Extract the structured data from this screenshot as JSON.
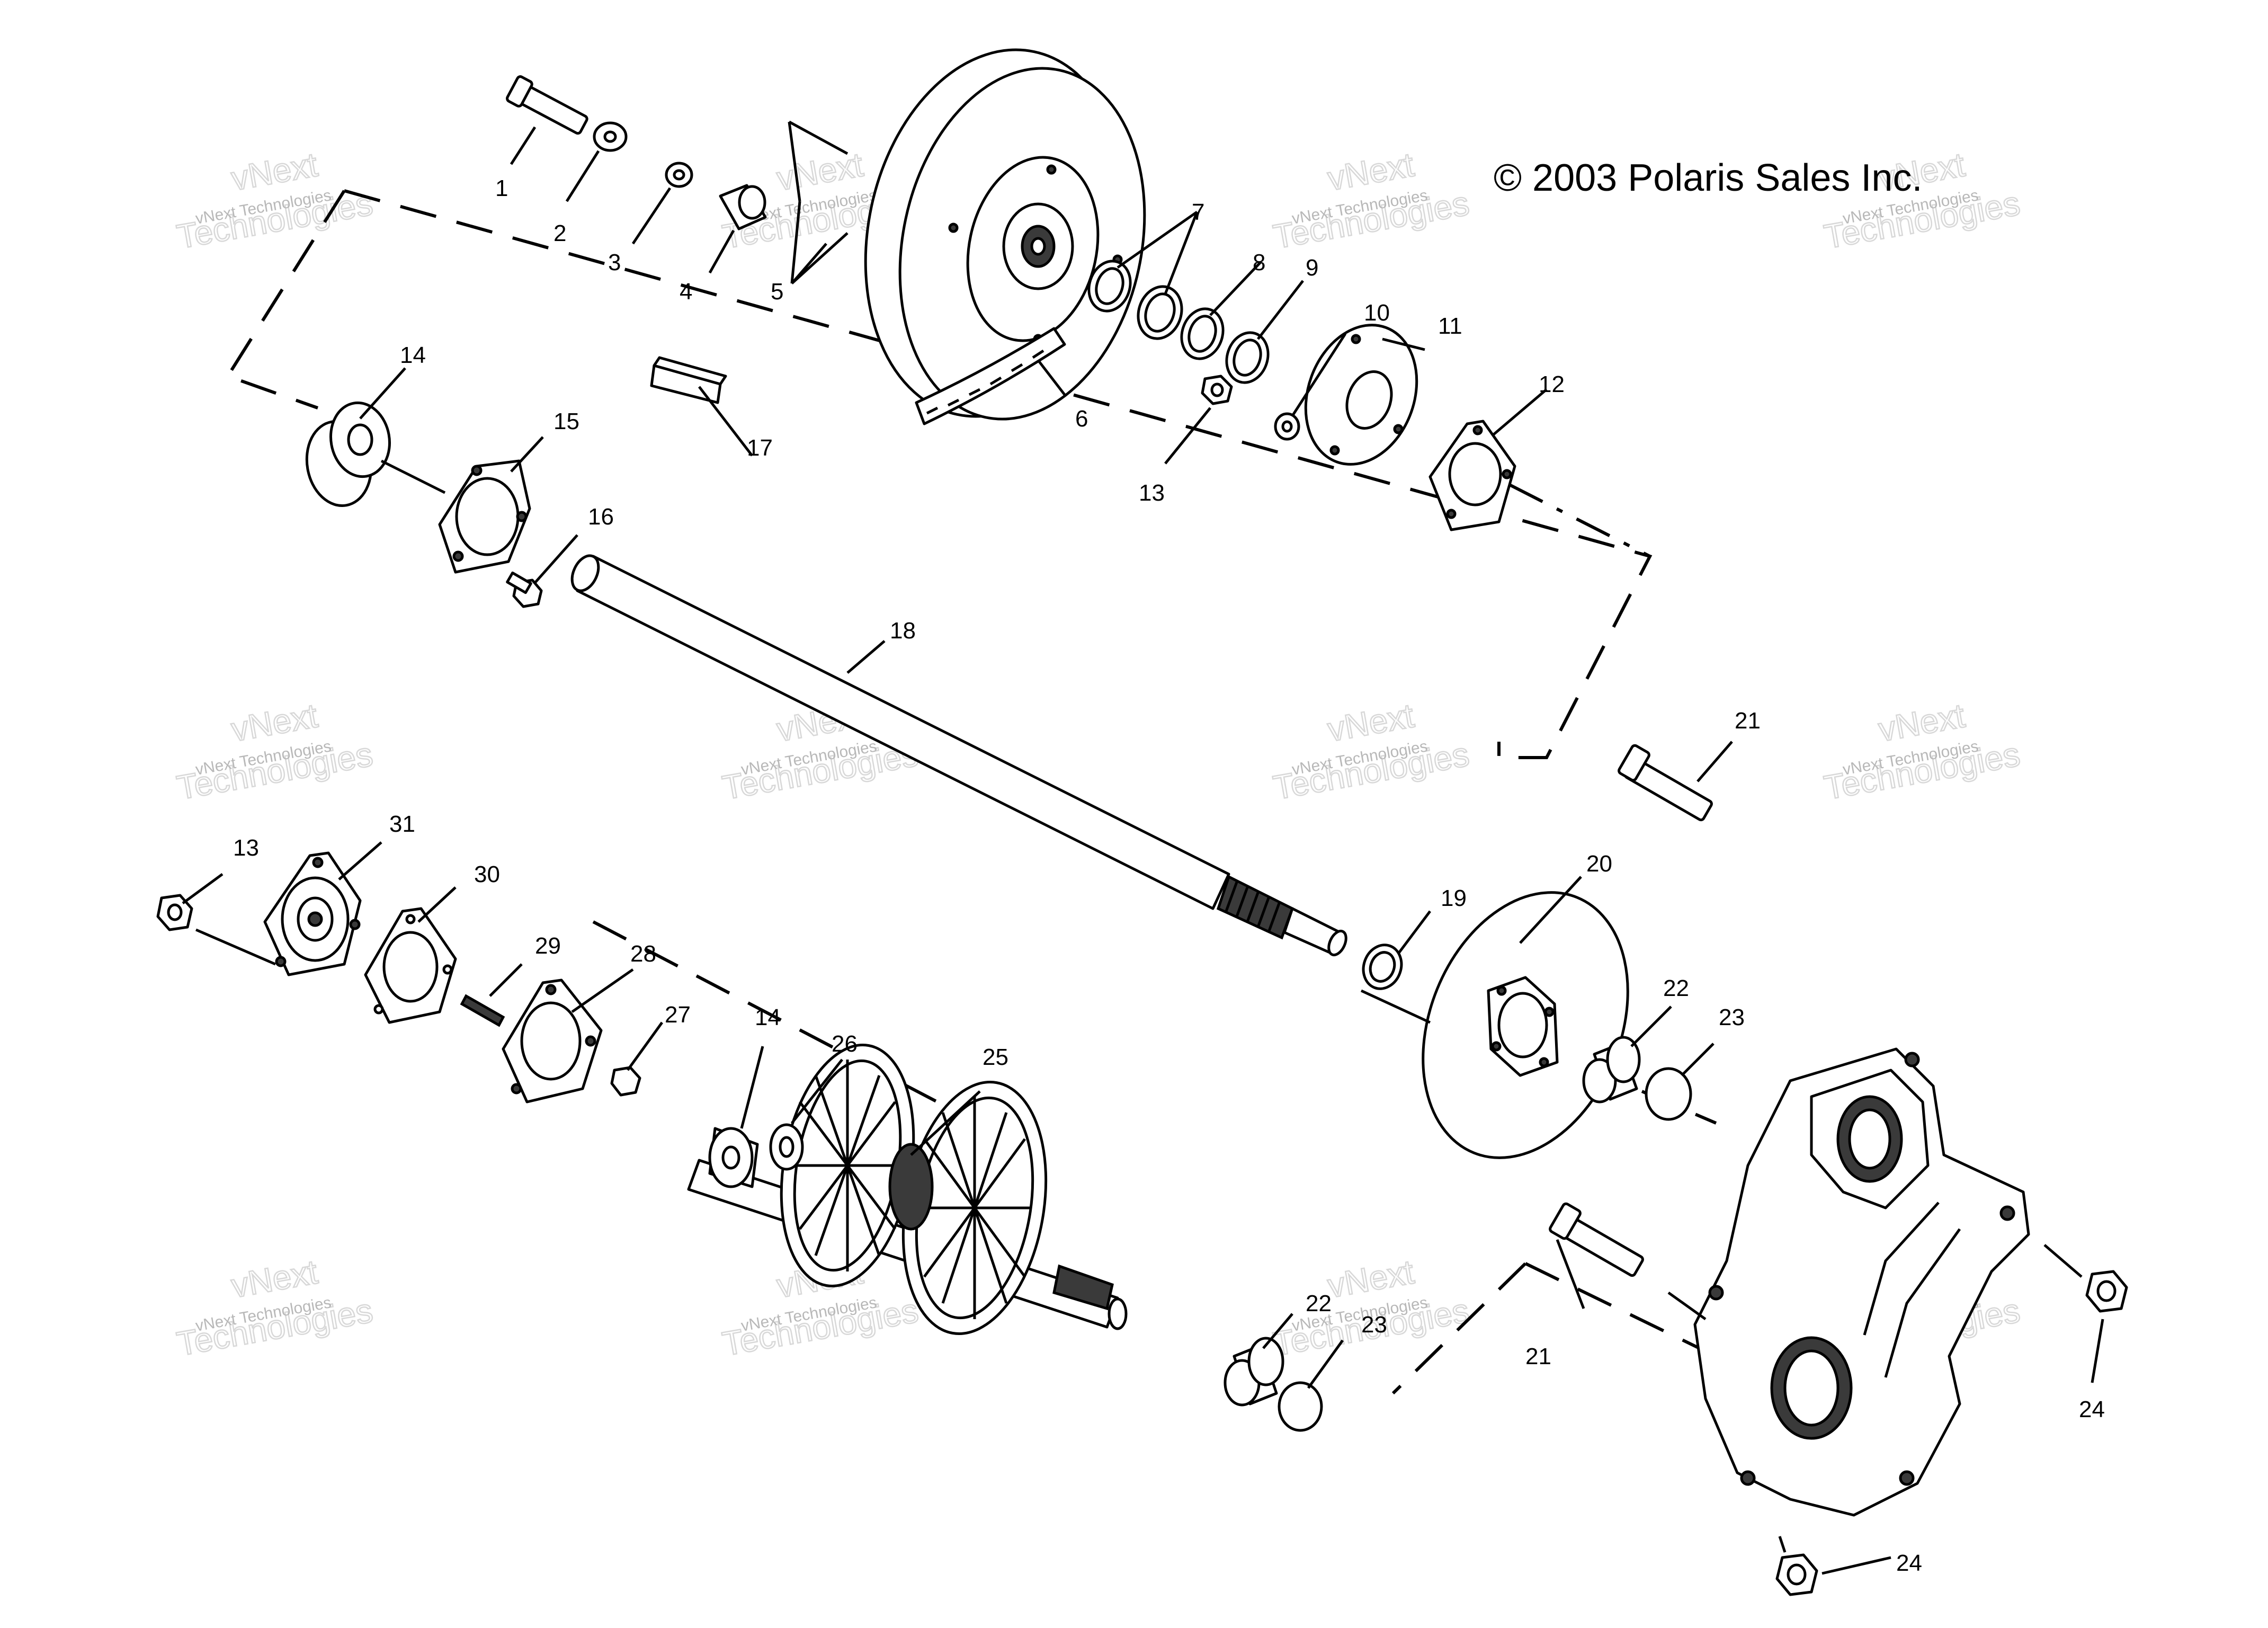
{
  "copyright": "© 2003 Polaris Sales Inc.",
  "watermark": {
    "small": "vNext Technologies",
    "large": "Technologies",
    "large_top": "vNext"
  },
  "callouts": [
    "1",
    "2",
    "3",
    "4",
    "5",
    "6",
    "7",
    "8",
    "9",
    "10",
    "11",
    "12",
    "13",
    "14",
    "15",
    "16",
    "17",
    "18",
    "19",
    "20",
    "21",
    "22",
    "23",
    "24",
    "25",
    "26",
    "27",
    "28",
    "29",
    "30",
    "31"
  ],
  "colors": {
    "ink": "#000000",
    "watermark": "#b8b8b8",
    "background": "#ffffff"
  }
}
